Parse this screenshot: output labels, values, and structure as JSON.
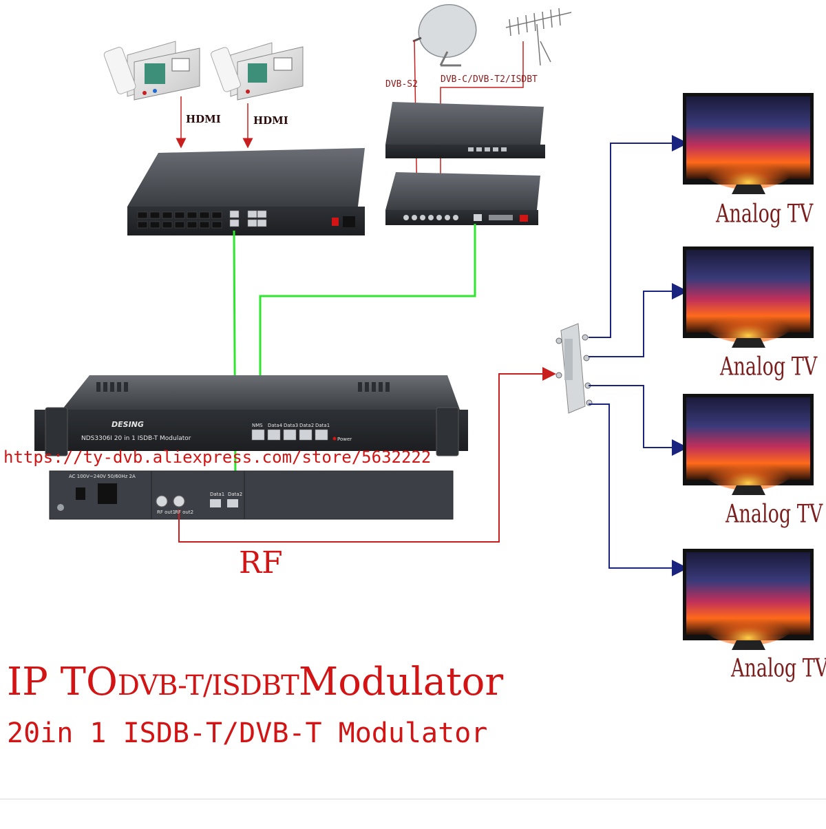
{
  "labels": {
    "hdmi_1": "HDMI",
    "hdmi_2": "HDMI",
    "dvb_s2": "DVB-S2",
    "dvb_c_t2_isdbt": "DVB-C/DVB-T2/ISDBT",
    "analog_tv_1": "Analog TV",
    "analog_tv_2": "Analog TV",
    "analog_tv_3": "Analog TV",
    "analog_tv_4": "Analog TV",
    "rf": "RF",
    "url": "https://ty-dvb.aliexpress.com/store/5632222"
  },
  "device": {
    "brand": "DESING",
    "model": "NDS3306I 20 in 1 ISDB-T Modulator",
    "ports": [
      "NMS",
      "Data4",
      "Data3",
      "Data2",
      "Data1"
    ],
    "power_label": "Power",
    "power_rating": "AC 100V~240V 50/60Hz 2A",
    "rear_ports": [
      "RF out1",
      "RF out2",
      "Data1",
      "Data2"
    ]
  },
  "title": {
    "part1": "IP TO",
    "part2": "DVB-T/ISDBT",
    "part3": "Modulator",
    "line2": "20in 1 ISDB-T/DVB-T Modulator"
  },
  "colors": {
    "ip_line": "#2ee62e",
    "rf_line": "#c81e1e",
    "sat_line": "#c81e1e",
    "tv_line": "#1a237e",
    "title": "#d21414",
    "device_body": "#3c4046"
  }
}
